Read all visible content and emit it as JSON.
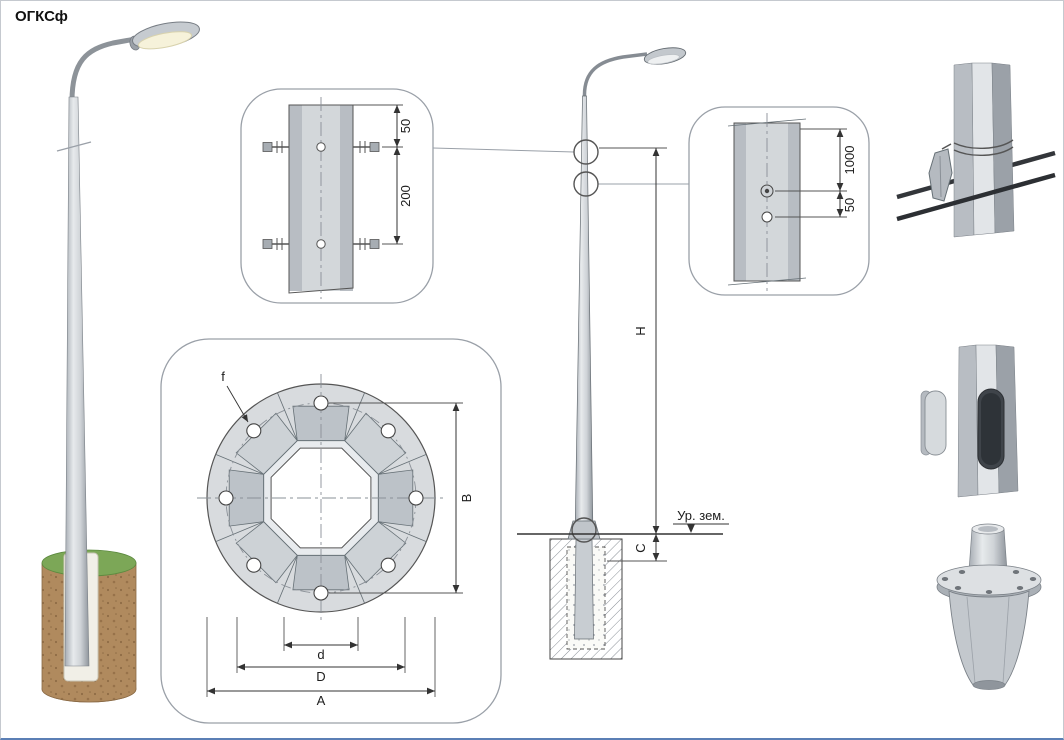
{
  "title": "ОГКСф",
  "top_detail": {
    "dim_top": "50",
    "dim_bottom": "200"
  },
  "flange_detail": {
    "hole_label": "f",
    "bolt_span_label": "B",
    "inner_hole_label": "d",
    "bolt_circle_label": "D",
    "outer_dia_label": "A"
  },
  "elevation": {
    "height_label": "H",
    "embedment_label": "C",
    "ground_label": "Ур. зем."
  },
  "right_detail": {
    "dim_top": "1000",
    "dim_bottom": "50"
  },
  "colors": {
    "line": "#444444",
    "metal": "#c8cdd2",
    "metal_dark": "#9ba1a8",
    "grass": "#7ca757",
    "soil": "#b08a5e"
  }
}
